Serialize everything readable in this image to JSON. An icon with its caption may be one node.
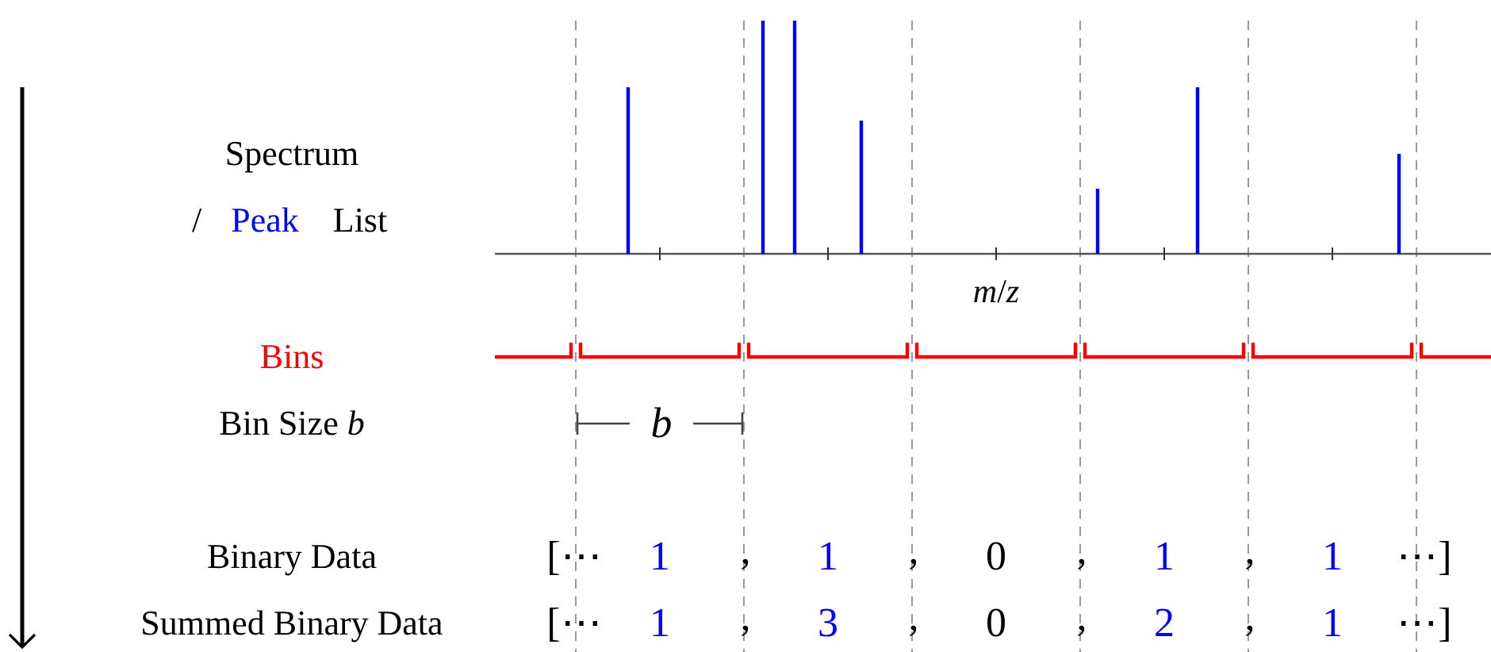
{
  "diagram": {
    "labels": [
      "Spectrum",
      "/",
      "Peak",
      "List",
      "*m*/*z*",
      "Bins",
      "Bin Size *b*",
      "b",
      "Binary Data",
      "[⋯",
      "1",
      ",",
      "1",
      ",",
      "0",
      ",",
      "1",
      ",",
      "1",
      "⋯]",
      "Summed Binary Data",
      "[⋯",
      "1",
      ",",
      "3",
      ",",
      "0",
      ",",
      "2",
      ",",
      "1",
      "⋯]"
    ]
  }
}
